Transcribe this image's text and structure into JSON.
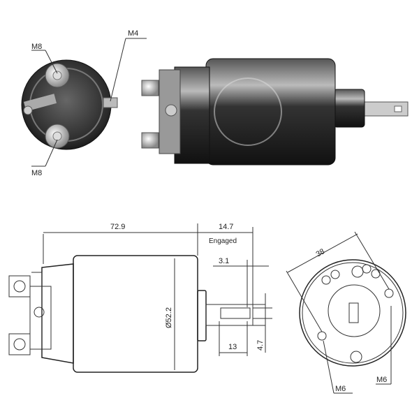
{
  "photo_labels": {
    "terminal_top": "M8",
    "terminal_small": "M4",
    "terminal_bottom": "M8"
  },
  "side_view": {
    "length": "72.9",
    "travel": "14.7",
    "travel_note": "Engaged",
    "stroke": "3.1",
    "diameter": "Ø52.2",
    "shaft_length": "13",
    "slot_width": "4.7"
  },
  "end_view": {
    "hole_spacing": "38",
    "hole_left": "M6",
    "hole_right": "M6"
  },
  "colors": {
    "body": "#2a2a2a",
    "line": "#333333"
  }
}
